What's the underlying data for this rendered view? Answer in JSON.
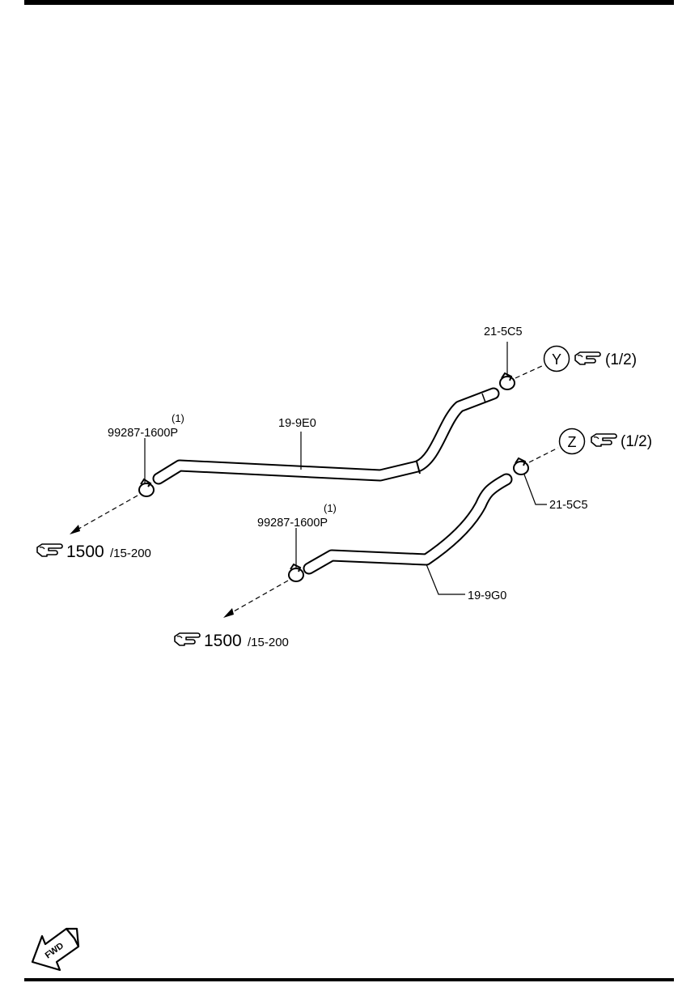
{
  "diagram": {
    "upper_hose": {
      "part_number": "19-9E0",
      "clamp_left": {
        "part_number": "99287-1600P",
        "quantity": "(1)"
      },
      "clamp_right": {
        "part_number": "21-5C5"
      },
      "ref_left": {
        "page": "1500",
        "section": "/15-200"
      },
      "ref_right": {
        "marker": "Y",
        "page": "(1/2)"
      }
    },
    "lower_hose": {
      "part_number": "19-9G0",
      "clamp_left": {
        "part_number": "99287-1600P",
        "quantity": "(1)"
      },
      "clamp_right": {
        "part_number": "21-5C5"
      },
      "ref_left": {
        "page": "1500",
        "section": "/15-200"
      },
      "ref_right": {
        "marker": "Z",
        "page": "(1/2)"
      }
    },
    "fwd_label": "FWD"
  }
}
